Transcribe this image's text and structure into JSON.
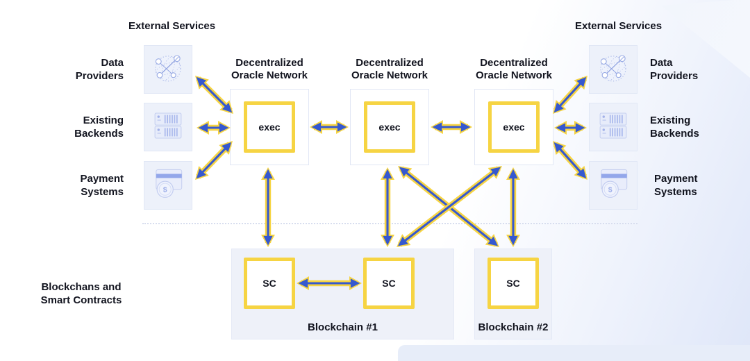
{
  "headings": {
    "left": "External Services",
    "right": "External Services"
  },
  "services_left": [
    {
      "line1": "Data",
      "line2": "Providers",
      "icon": "globe-network-icon"
    },
    {
      "line1": "Existing",
      "line2": "Backends",
      "icon": "server-stack-icon"
    },
    {
      "line1": "Payment",
      "line2": "Systems",
      "icon": "payment-card-icon",
      "coin_symbol": "$"
    }
  ],
  "services_right": [
    {
      "line1": "Data",
      "line2": "Providers",
      "icon": "globe-network-icon"
    },
    {
      "line1": "Existing",
      "line2": "Backends",
      "icon": "server-stack-icon"
    },
    {
      "line1": "Payment",
      "line2": "Systems",
      "icon": "payment-card-icon",
      "coin_symbol": "$"
    }
  ],
  "oracles": [
    {
      "title_line1": "Decentralized",
      "title_line2": "Oracle Network",
      "node_label": "exec"
    },
    {
      "title_line1": "Decentralized",
      "title_line2": "Oracle Network",
      "node_label": "exec"
    },
    {
      "title_line1": "Decentralized",
      "title_line2": "Oracle Network",
      "node_label": "exec"
    }
  ],
  "blockchain_section": {
    "side_label_line1": "Blockchans and",
    "side_label_line2": "Smart Contracts",
    "blockchains": [
      {
        "label": "Blockchain #1",
        "contracts": [
          "SC",
          "SC"
        ]
      },
      {
        "label": "Blockchain #2",
        "contracts": [
          "SC"
        ]
      }
    ]
  },
  "edges": [
    {
      "name": "arrow-oracle1-data-providers-left",
      "from": "oracle-1",
      "to": "data-providers-left",
      "bidirectional": true
    },
    {
      "name": "arrow-oracle1-existing-backends-left",
      "from": "oracle-1",
      "to": "existing-backends-left",
      "bidirectional": true
    },
    {
      "name": "arrow-oracle1-payment-systems-left",
      "from": "oracle-1",
      "to": "payment-systems-left",
      "bidirectional": true
    },
    {
      "name": "arrow-oracle1-oracle2",
      "from": "oracle-1",
      "to": "oracle-2",
      "bidirectional": true
    },
    {
      "name": "arrow-oracle2-oracle3",
      "from": "oracle-2",
      "to": "oracle-3",
      "bidirectional": true
    },
    {
      "name": "arrow-oracle3-data-providers-right",
      "from": "oracle-3",
      "to": "data-providers-right",
      "bidirectional": true
    },
    {
      "name": "arrow-oracle3-existing-backends-right",
      "from": "oracle-3",
      "to": "existing-backends-right",
      "bidirectional": true
    },
    {
      "name": "arrow-oracle3-payment-systems-right",
      "from": "oracle-3",
      "to": "payment-systems-right",
      "bidirectional": true
    },
    {
      "name": "arrow-oracle1-sc-a",
      "from": "oracle-1",
      "to": "smart-contract-a",
      "bidirectional": true
    },
    {
      "name": "arrow-oracle2-sc-b",
      "from": "oracle-2",
      "to": "smart-contract-b",
      "bidirectional": true
    },
    {
      "name": "arrow-oracle3-sc-c",
      "from": "oracle-3",
      "to": "smart-contract-c",
      "bidirectional": true
    },
    {
      "name": "arrow-oracle2-sc-c",
      "from": "oracle-2",
      "to": "smart-contract-c",
      "bidirectional": true
    },
    {
      "name": "arrow-oracle3-sc-b",
      "from": "oracle-3",
      "to": "smart-contract-b",
      "bidirectional": true
    },
    {
      "name": "arrow-sc-a-sc-b",
      "from": "smart-contract-a",
      "to": "smart-contract-b",
      "bidirectional": true
    }
  ],
  "colors": {
    "arrow_blue": "#3558cf",
    "arrow_yellow": "#f6d443",
    "node_border_yellow": "#f6d443",
    "text": "#12141f",
    "tile_bg": "#edf1fa",
    "container_border": "#e1e7f5",
    "blockchain_bg": "#eef1f9",
    "accent_bg": "#e7edf9",
    "icon_indigo": "#9fb0e8"
  }
}
